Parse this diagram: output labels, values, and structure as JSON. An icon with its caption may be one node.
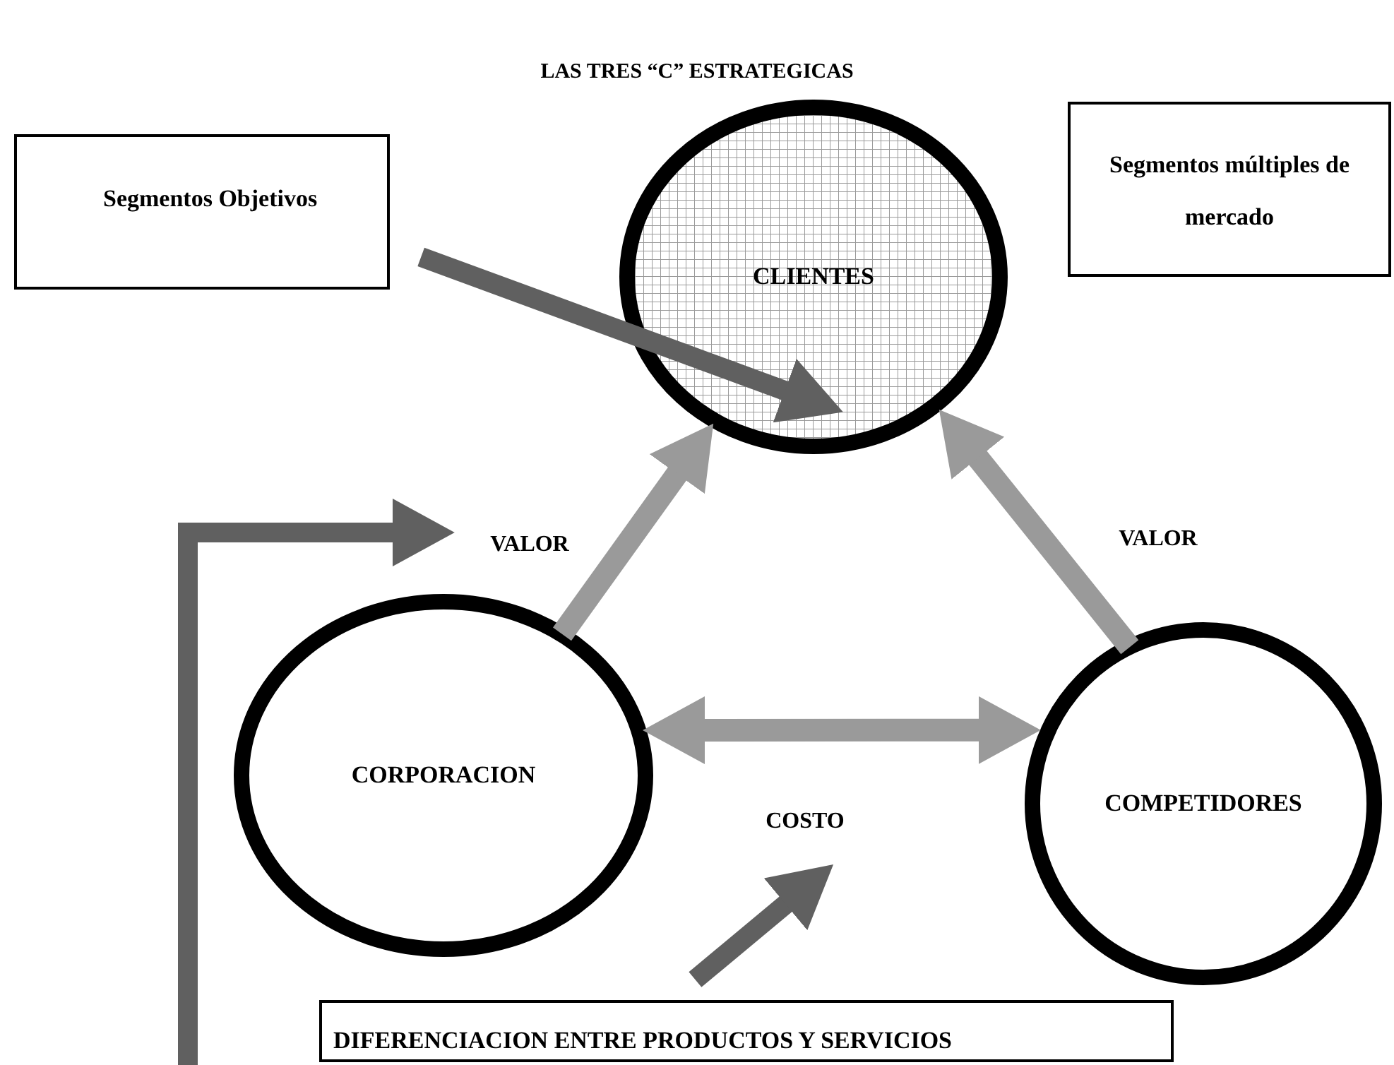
{
  "diagram": {
    "title": "LAS TRES “C” ESTRATEGICAS",
    "nodes": [
      {
        "text": [
          "Segmentos Objetivos"
        ]
      },
      {
        "text": [
          "Segmentos múltiples de mercado"
        ]
      },
      {
        "text": [
          "CLIENTES"
        ]
      },
      {
        "text": [
          "VALOR"
        ]
      },
      {
        "text": [
          "VALOR"
        ]
      },
      {
        "text": [
          "CORPORACION"
        ]
      },
      {
        "text": [
          "COMPETIDORES"
        ]
      },
      {
        "text": [
          "COSTO"
        ]
      },
      {
        "text": [
          "DIFERENCIACION ENTRE PRODUCTOS Y SERVICIOS"
        ]
      }
    ],
    "edges": [
      {
        "from": 0,
        "to": 2,
        "arrow": "to",
        "color": "#606060"
      },
      {
        "from": 5,
        "to": 2,
        "arrow": "to",
        "color": "#9a9a9a"
      },
      {
        "from": 6,
        "to": 2,
        "arrow": "to",
        "color": "#9a9a9a"
      },
      {
        "from": 5,
        "to": 6,
        "arrow": "both",
        "color": "#9a9a9a"
      },
      {
        "from": null,
        "to": 3,
        "arrow": "to",
        "color": "#606060"
      },
      {
        "from": 8,
        "to": 7,
        "arrow": "to",
        "color": "#606060"
      }
    ]
  }
}
